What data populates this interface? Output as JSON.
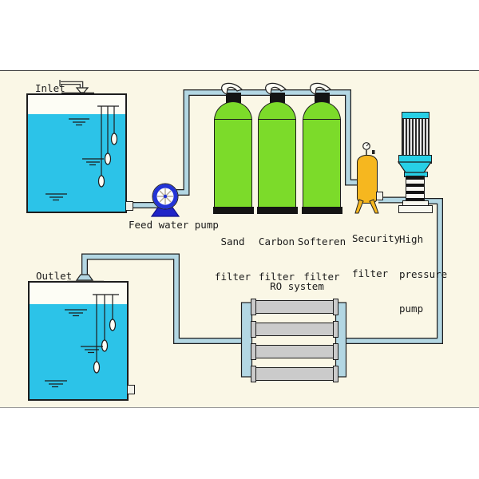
{
  "labels": {
    "inlet": "Inlet",
    "outlet": "Outlet",
    "feed_pump": "Feed water pump",
    "ro_system": "RO system"
  },
  "filters": [
    {
      "line1": "Sand",
      "line2": "filter"
    },
    {
      "line1": "Carbon",
      "line2": "filter"
    },
    {
      "line1": "Softeren",
      "line2": "filter"
    }
  ],
  "security_filter": {
    "line1": "Security",
    "line2": "filter"
  },
  "high_pressure_pump": {
    "line1": "High",
    "line2": "pressure",
    "line3": "pump"
  },
  "palette": {
    "background_band": "#faf7e6",
    "water_cyan": "#2cc3e8",
    "pipe_fill": "#b3d7e3",
    "pipe_outline": "#1d1d1d",
    "filter_green": "#7cdb2a",
    "security_orange": "#f6b71f",
    "pump_motor_cyan": "#27d0e6",
    "feed_pump_blue": "#2334d6",
    "ro_tube_gray": "#cbcbcb"
  }
}
